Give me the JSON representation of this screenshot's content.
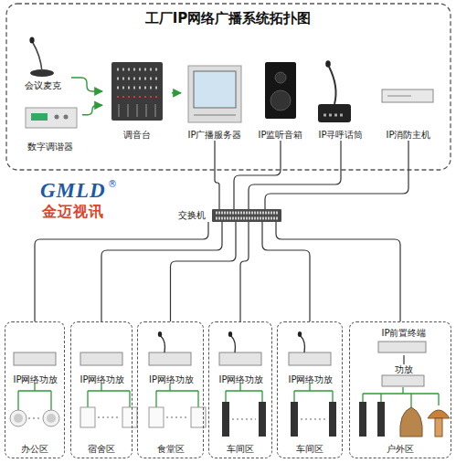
{
  "diagram": {
    "title": "工厂IP网络广播系统拓扑图",
    "nodes": [
      {
        "text": [
          "会议麦克"
        ]
      },
      {
        "text": [
          "数字调谐器"
        ]
      },
      {
        "text": [
          "调音台"
        ]
      },
      {
        "text": [
          "IP广播服务器"
        ]
      },
      {
        "text": [
          "IP监听音箱"
        ]
      },
      {
        "text": [
          "IP寻呼话筒"
        ]
      },
      {
        "text": [
          "IP消防主机"
        ]
      },
      {
        "text": [
          "交换机"
        ]
      },
      {
        "text": [
          "办公区"
        ]
      },
      {
        "text": [
          "IP网络功放"
        ],
        "in": 8
      },
      {
        "text": [
          "宿舍区"
        ]
      },
      {
        "text": [
          "IP网络功放"
        ],
        "in": 10
      },
      {
        "text": [
          "食堂区"
        ]
      },
      {
        "text": [
          "IP网络功放"
        ],
        "in": 12
      },
      {
        "text": [
          "车间区"
        ]
      },
      {
        "text": [
          "IP网络功放"
        ],
        "in": 14
      },
      {
        "text": [
          "车间区"
        ]
      },
      {
        "text": [
          "IP网络功放"
        ],
        "in": 16
      },
      {
        "text": [
          "户外区"
        ]
      },
      {
        "text": [
          "IP前置终端"
        ],
        "in": 18
      },
      {
        "text": [
          "功放"
        ],
        "in": 18
      }
    ],
    "edges": [
      {
        "from": 0,
        "to": 2,
        "arrow": "to"
      },
      {
        "from": 1,
        "to": 2,
        "arrow": "to"
      },
      {
        "from": 2,
        "to": 3,
        "arrow": "to"
      },
      {
        "from": 3,
        "to": 7,
        "arrow": "none"
      },
      {
        "from": 4,
        "to": 7,
        "arrow": "none"
      },
      {
        "from": 5,
        "to": 7,
        "arrow": "none"
      },
      {
        "from": 6,
        "to": 7,
        "arrow": "none"
      },
      {
        "from": 7,
        "to": 8,
        "arrow": "none"
      },
      {
        "from": 7,
        "to": 10,
        "arrow": "none"
      },
      {
        "from": 7,
        "to": 12,
        "arrow": "none"
      },
      {
        "from": 7,
        "to": 14,
        "arrow": "none"
      },
      {
        "from": 7,
        "to": 16,
        "arrow": "none"
      },
      {
        "from": 7,
        "to": 18,
        "arrow": "none"
      },
      {
        "from": 19,
        "to": 20,
        "arrow": "none"
      }
    ],
    "labels": [
      "GMLD",
      "®",
      "金迈视讯"
    ]
  }
}
